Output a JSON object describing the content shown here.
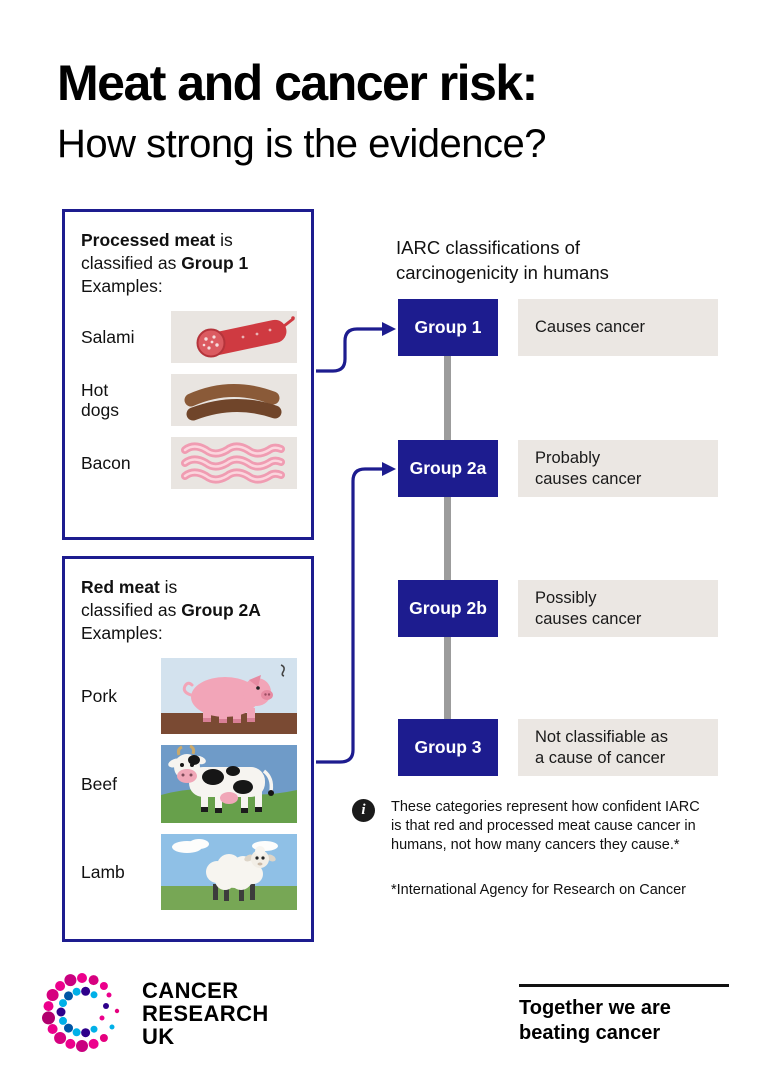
{
  "title": {
    "line1": "Meat and cancer risk:",
    "line2": "How strong is the evidence?"
  },
  "processed_box": {
    "term": "Processed meat",
    "middle": " is\nclassified as ",
    "group": "Group 1",
    "examples_label": "Examples:",
    "items": [
      {
        "label": "Salami",
        "icon": "salami-illustration"
      },
      {
        "label": "Hot dogs",
        "icon": "hot-dogs-illustration"
      },
      {
        "label": "Bacon",
        "icon": "bacon-illustration"
      }
    ]
  },
  "red_meat_box": {
    "term": "Red meat",
    "middle": " is\nclassified as ",
    "group": "Group 2A",
    "examples_label": "Examples:",
    "items": [
      {
        "label": "Pork",
        "icon": "pig-illustration"
      },
      {
        "label": "Beef",
        "icon": "cow-illustration"
      },
      {
        "label": "Lamb",
        "icon": "lamb-illustration"
      }
    ]
  },
  "classification": {
    "heading": "IARC classifications of\ncarcinogenicity in humans",
    "groups": [
      {
        "label": "Group 1",
        "description": "Causes cancer"
      },
      {
        "label": "Group 2a",
        "description": "Probably\ncauses cancer"
      },
      {
        "label": "Group 2b",
        "description": "Possibly\ncauses cancer"
      },
      {
        "label": "Group 3",
        "description": "Not classifiable as\na cause of cancer"
      }
    ],
    "info_glyph": "i",
    "note": "These categories represent how confident IARC is that red and processed meat cause cancer in humans, not how many cancers they cause.*",
    "footnote": "*International Agency for Research on Cancer"
  },
  "footer": {
    "logo_text": "CANCER\nRESEARCH\nUK",
    "tagline": "Together we are\nbeating cancer"
  },
  "colors": {
    "navy": "#1d1c8f",
    "panel_bg": "#ebe7e3",
    "connector_gray": "#9c9c9c",
    "logo_pink": "#ec008c",
    "logo_blue": "#00b0e8",
    "logo_navy": "#2e008b"
  }
}
